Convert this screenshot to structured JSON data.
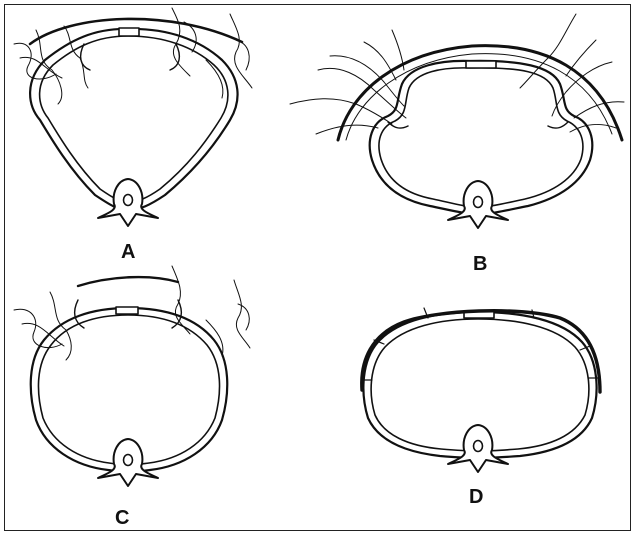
{
  "panels": [
    {
      "id": "A",
      "label": "A"
    },
    {
      "id": "B",
      "label": "B"
    },
    {
      "id": "C",
      "label": "C"
    },
    {
      "id": "D",
      "label": "D"
    }
  ],
  "colors": {
    "stroke": "#111111",
    "background": "#ffffff",
    "border": "#222222"
  }
}
